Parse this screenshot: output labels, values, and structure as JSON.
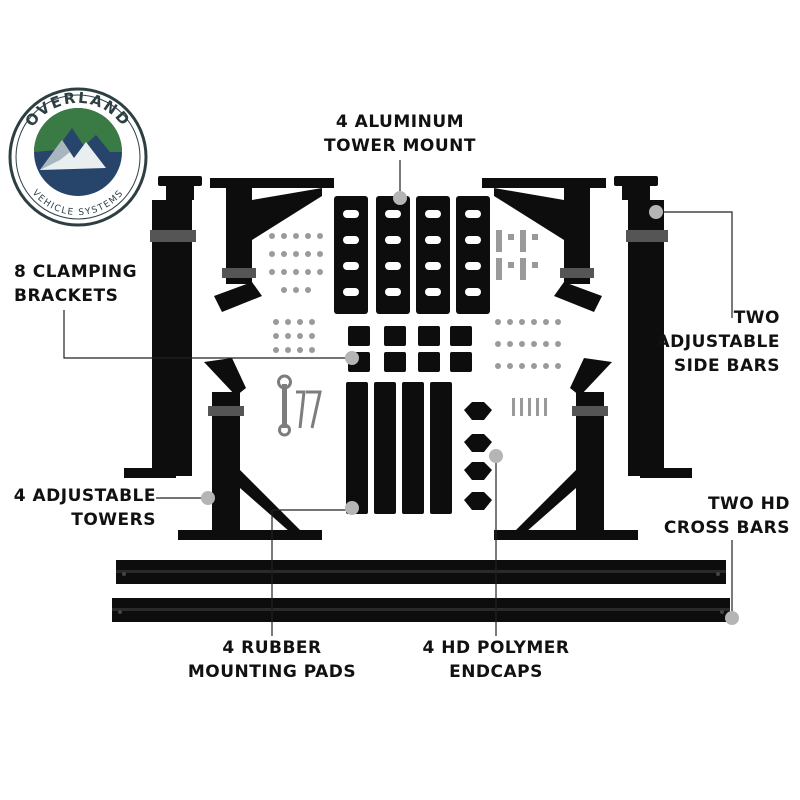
{
  "brand": {
    "logo_top": "OVERLAND",
    "logo_bottom": "VEHICLE SYSTEMS",
    "colors": {
      "ring": "#2e3f44",
      "mountain_top": "#3a7a45",
      "mountain_bottom": "#27446a"
    }
  },
  "labels": {
    "tower_mount": {
      "line1": "4 ALUMINUM",
      "line2": "TOWER MOUNT"
    },
    "clamping": {
      "line1": "8 CLAMPING",
      "line2": "BRACKETS"
    },
    "side_bars": {
      "line1": "TWO",
      "line2": "ADJUSTABLE",
      "line3": "SIDE BARS"
    },
    "towers": {
      "line1": "4 ADJUSTABLE",
      "line2": "TOWERS"
    },
    "cross_bars": {
      "line1": "TWO HD",
      "line2": "CROSS BARS"
    },
    "pads": {
      "line1": "4 RUBBER",
      "line2": "MOUNTING PADS"
    },
    "endcaps": {
      "line1": "4 HD POLYMER",
      "line2": "ENDCAPS"
    }
  },
  "colors": {
    "metal": "#0d0d0d",
    "callout_line": "#222222",
    "callout_dot": "#b5b5b5",
    "band": "#555555"
  }
}
